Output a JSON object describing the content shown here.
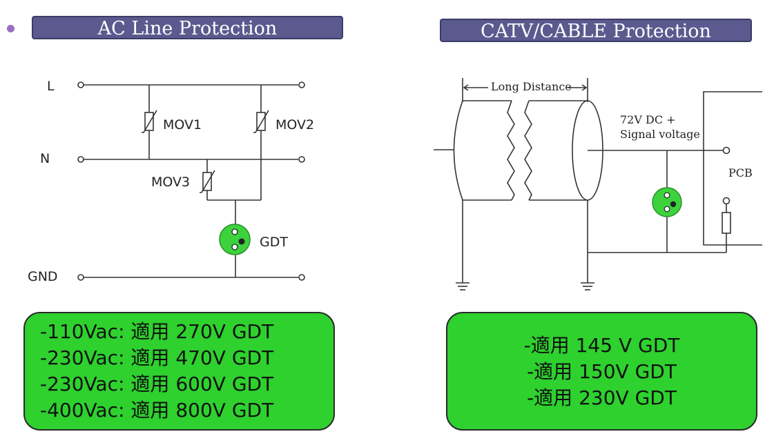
{
  "slide": {
    "left_title": "AC Line Protection",
    "right_title": "CATV/CABLE Protection"
  },
  "ac_diagram": {
    "terminal_L": "L",
    "terminal_N": "N",
    "terminal_GND": "GND",
    "mov1": "MOV1",
    "mov2": "MOV2",
    "mov3": "MOV3",
    "gdt": "GDT"
  },
  "catv_diagram": {
    "long_distance": "Long Distance",
    "voltage_line1": "72V DC +",
    "voltage_line2": "Signal voltage",
    "pcb": "PCB"
  },
  "ac_notes": [
    "-110Vac: 適用 270V GDT",
    "-230Vac: 適用 470V GDT",
    "-230Vac: 適用 600V GDT",
    "-400Vac: 適用 800V GDT"
  ],
  "catv_notes": [
    "-適用 145 V GDT",
    "-適用 150V GDT",
    "-適用 230V GDT"
  ],
  "colors": {
    "title_bg": "#5b5a8f",
    "note_bg": "#2ed12e",
    "gdt_fill": "#3cd23c"
  }
}
